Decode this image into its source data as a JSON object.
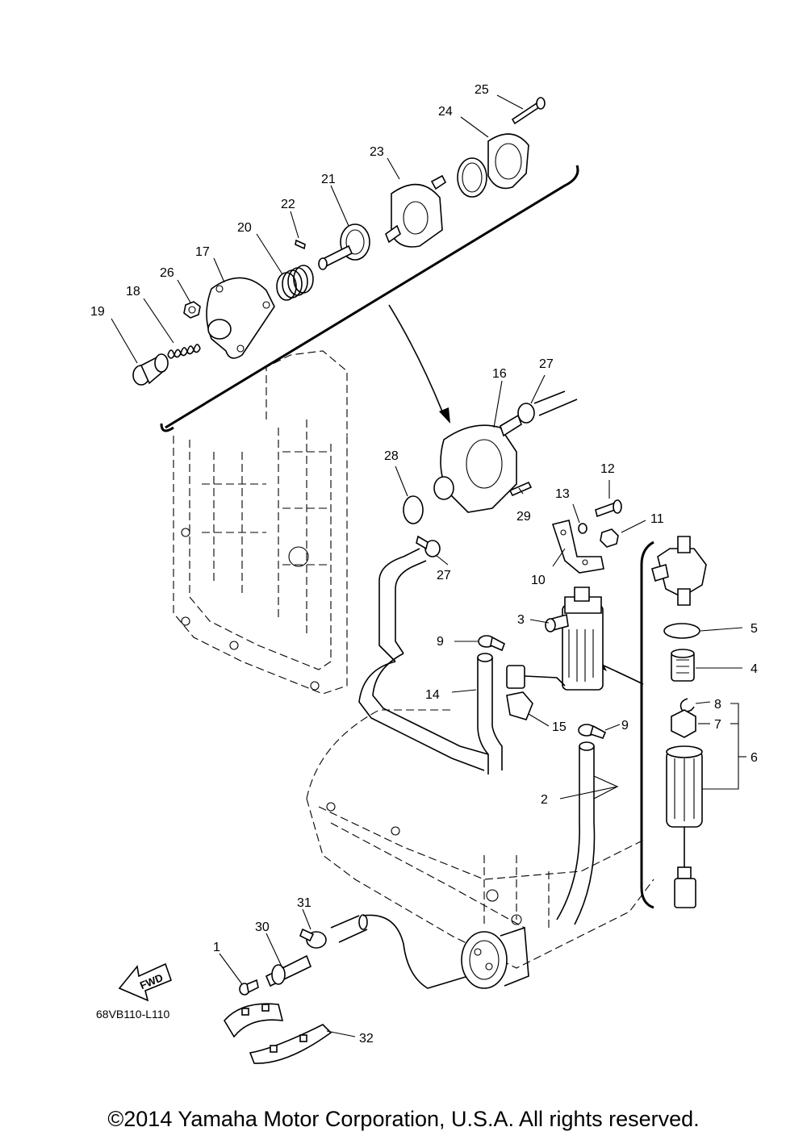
{
  "diagram": {
    "parts": [
      {
        "ref": "1"
      },
      {
        "ref": "2"
      },
      {
        "ref": "3"
      },
      {
        "ref": "4"
      },
      {
        "ref": "5"
      },
      {
        "ref": "6"
      },
      {
        "ref": "7"
      },
      {
        "ref": "8"
      },
      {
        "ref": "9"
      },
      {
        "ref": "10"
      },
      {
        "ref": "11"
      },
      {
        "ref": "12"
      },
      {
        "ref": "13"
      },
      {
        "ref": "14"
      },
      {
        "ref": "15"
      },
      {
        "ref": "16"
      },
      {
        "ref": "17"
      },
      {
        "ref": "18"
      },
      {
        "ref": "19"
      },
      {
        "ref": "20"
      },
      {
        "ref": "21"
      },
      {
        "ref": "22"
      },
      {
        "ref": "23"
      },
      {
        "ref": "24"
      },
      {
        "ref": "25"
      },
      {
        "ref": "26"
      },
      {
        "ref": "27"
      },
      {
        "ref": "28"
      },
      {
        "ref": "29"
      },
      {
        "ref": "30"
      },
      {
        "ref": "31"
      },
      {
        "ref": "32"
      }
    ],
    "drawing_code": "68VB110-L110",
    "fwd_arrow_label": "FWD"
  },
  "footer": {
    "copyright": "©2014 Yamaha Motor Corporation, U.S.A. All rights reserved."
  }
}
